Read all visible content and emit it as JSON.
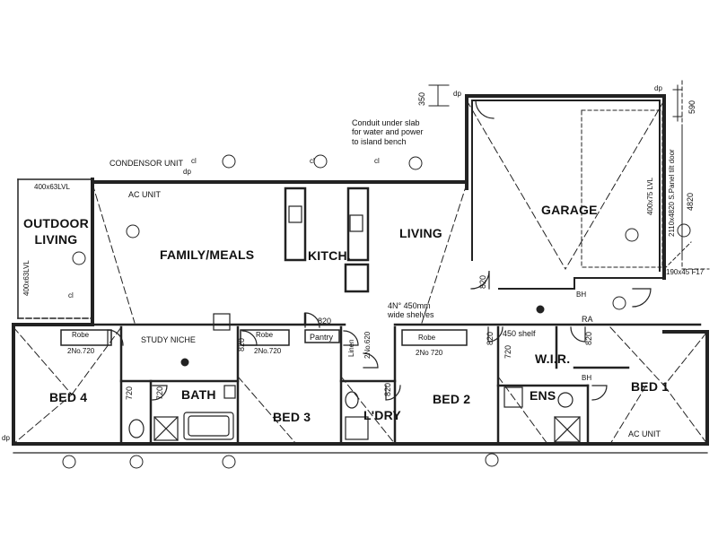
{
  "rooms": {
    "outdoor_living": "OUTDOOR\nLIVING",
    "family_meals": "FAMILY/MEALS",
    "kitchen": "KITCH.",
    "living": "LIVING",
    "garage": "GARAGE",
    "bed1": "BED 1",
    "bed2": "BED 2",
    "bed3": "BED 3",
    "bed4": "BED 4",
    "bath": "BATH",
    "ens": "ENS",
    "wir": "W.I.R.",
    "laundry": "L'DRY",
    "study_niche": "STUDY NICHE",
    "pantry": "Pantry",
    "linen": "Linen"
  },
  "notes": {
    "condensor_unit": "CONDENSOR UNIT",
    "ac_unit_top": "AC UNIT",
    "ac_unit_bottom": "AC UNIT",
    "conduit": "Conduit under slab\nfor water and power\nto island bench",
    "shelves": "4N° 450mm\nwide shelves",
    "shelf_450": "450 shelf",
    "beam_top": "400x63LVL",
    "beam_left": "400x63LVL",
    "garage_beam": "400x75 LVL",
    "garage_door": "2110x4820 S.Panel tilt door",
    "dim_4820": "4820",
    "dim_590": "590",
    "dim_350": "350",
    "f17": "190x45 F17",
    "ra": "RA",
    "robe": "Robe",
    "robe_2no": "2No.720",
    "robe_2no_b": "2No 720",
    "dp": "dp",
    "bh": "BH",
    "cl": "cl",
    "door_820": "820",
    "door_720": "720",
    "linen_2no": "2No.620"
  }
}
